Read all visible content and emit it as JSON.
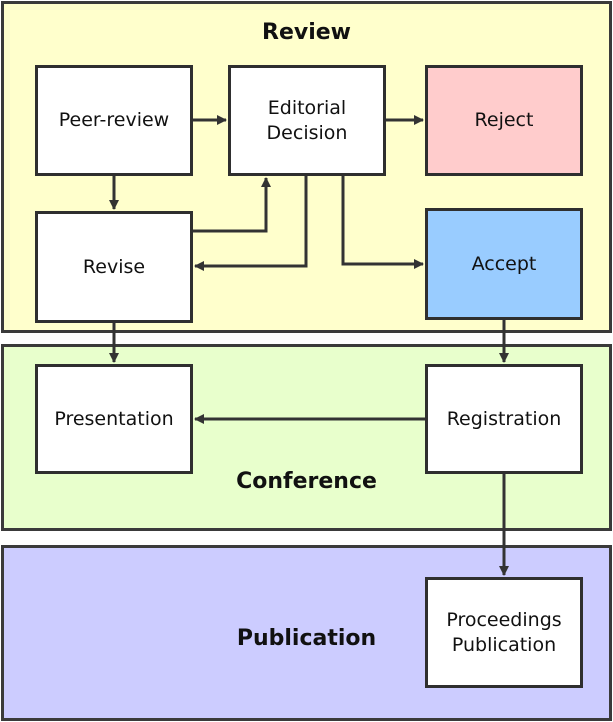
{
  "colors": {
    "review_bg": "#ffffcc",
    "conference_bg": "#e8ffcc",
    "publication_bg": "#ccccff",
    "reject_fill": "#ffcccc",
    "accept_fill": "#99ccff",
    "node_fill": "#ffffff",
    "stroke": "#333333"
  },
  "sections": {
    "review": {
      "title": "Review"
    },
    "conference": {
      "title": "Conference"
    },
    "publication": {
      "title": "Publication"
    }
  },
  "nodes": {
    "peer_review": "Peer-review",
    "editorial_decision": "Editorial\nDecision",
    "reject": "Reject",
    "revise": "Revise",
    "accept": "Accept",
    "presentation": "Presentation",
    "registration": "Registration",
    "proceedings_publication": "Proceedings\nPublication"
  },
  "edges": [
    {
      "from": "Peer-review",
      "to": "Editorial Decision"
    },
    {
      "from": "Editorial Decision",
      "to": "Reject"
    },
    {
      "from": "Peer-review",
      "to": "Revise"
    },
    {
      "from": "Revise",
      "to": "Editorial Decision"
    },
    {
      "from": "Editorial Decision",
      "to": "Revise"
    },
    {
      "from": "Editorial Decision",
      "to": "Accept"
    },
    {
      "from": "Revise",
      "to": "Presentation"
    },
    {
      "from": "Accept",
      "to": "Registration"
    },
    {
      "from": "Registration",
      "to": "Presentation"
    },
    {
      "from": "Registration",
      "to": "Proceedings Publication"
    }
  ]
}
